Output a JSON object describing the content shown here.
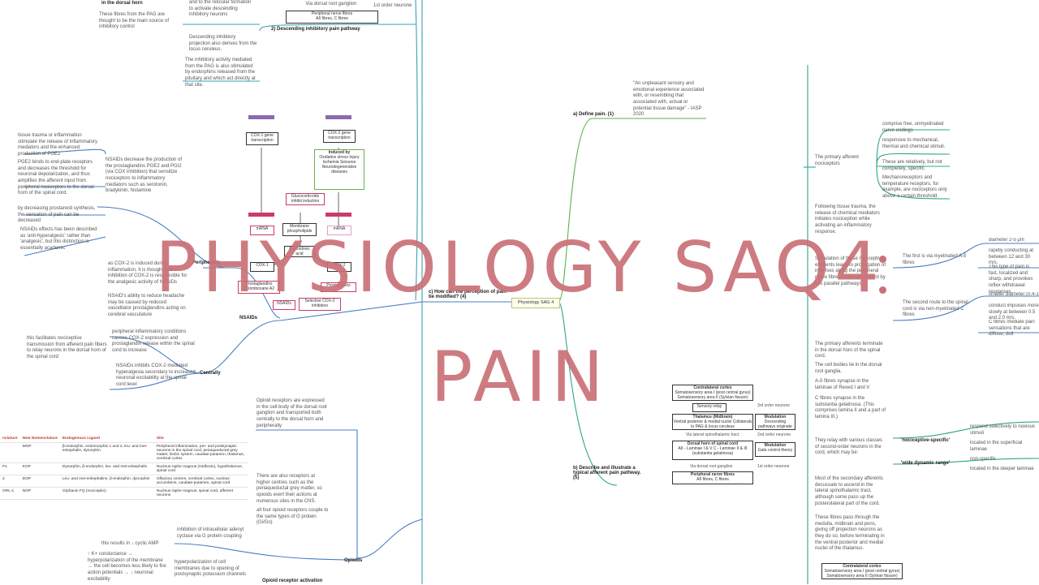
{
  "title": {
    "line1": "PHYSIOLOGY SAQ4",
    "line2": "PAIN"
  },
  "central_node": "Physiology SAG 4",
  "branches": {
    "a": "a)  Define pain. (1)",
    "b": "b) Describe and illustrate a typical afferent pain pathway. (5)",
    "c": "c) How can the perception of pain be modified? (4)",
    "descending": "2) Descending inhibitory pain pathway",
    "nsaids": "NSAIDs",
    "peripherally": "Peripherally",
    "centrally": "Centrally",
    "opioids": "Opioids"
  },
  "notes": {
    "iasp": "\"An unpleasant sensory and emotional experience associated with, or resembling that associated with, actual or potential tissue damage\" - IASP 2020",
    "primary_afferent": "The primary afferent nociceptors",
    "free_endings": "comprise free, unmyelinated nerve endings",
    "responsive": "responsive to mechanical, thermal and chemical stimuli.",
    "specific": "These are relatively, but not completely, specific.",
    "mechanoreceptors": "Mechanoreceptors and temperature receptors, for example, are nociceptors only above a certain threshold.",
    "tissue_trauma": "Following tissue trauma, the release of chemical mediators initiates nociception while activating an inflammatory response.",
    "stimulation": "Stimulation of these nociceptive elements leads to propagation of impulses along the peripheral nerve fibres to the spinal cord by two parallel pathways.",
    "first_route": "The first is via myelinated A-δ fibres",
    "diameter": "diameter 2-5 μm",
    "conducting": "rapidly conducting at between 12 and 30 m/s.",
    "localized": "This type of pain is fast, localized and sharp, and provokes reflex withdrawal responses.",
    "second_route": "The second route to the spinal cord is via non-myelinated C fibres",
    "smaller": "smaller diameter (0.4-1.2",
    "conduct": "conduct impulses more slowly at between 0.5 and 2.0 m/s.",
    "c_fibres_pain": "C fibres mediate pain sensations that are diffuse, dull",
    "terminate": "The primary afferents terminate in the dorsal horn of the spinal cord.",
    "cell_bodies": "The cell bodies lie in the dorsal root ganglia.",
    "a_delta_synapse": "A-δ fibres synapse in the laminae of Rexed I and V",
    "c_synapse": "C fibres synapse in the substantia gelatinosa. (This comprises lamina II and a part of lamina III.)",
    "relay": "They relay with various classes of second-order neurons in the cord, which may be:",
    "noci_specific": "'nociceptive-specific'",
    "respond_noxious": "respond selectively to noxious stimuli",
    "superficial": "located in the superficial laminae",
    "wdr": "'wide dynamic range'",
    "non_specific": "non-specific",
    "deeper": "located in the deeper laminae",
    "decussate": "Most of the secondary afferents decussate to ascend in the lateral spinothalamic tract, although some pass up the posterolateral part of the cord.",
    "medulla": "These fibres pass through the medulla, midbrain and pons, giving off projection neurons as they do so, before terminating in the ventral posterior and medial nuclei of the thalamus.",
    "dorsal_horn_top": "in the dorsal horn",
    "pag_fibres": "These fibres from the PAG are thought to be the main source of inhibitory control",
    "reticular": "and to the reticular formation to activate descending inhibitory neurons",
    "locus": "Descending inhibitory projection also derives from the locus ceruleus.",
    "endorphins": "The inhibitory activity mediated from the PAG is also stimulated by endorphins released from the pituitary and which act directly at that site.",
    "pge2_release": "tissue trauma or inflammation stimulate the release of inflammatory mediators and the enhanced production of PGE2",
    "pge2_binds": "PGE2 binds to end-plate receptors and decreases the threshold for neuronal depolarization, and thus amplifies the afferent input from peripheral nociceptors to the dorsal horn of the spinal cord.",
    "decreasing": "by decreasing prostanoid synthesis, the sensation of pain can be decreased",
    "anti_hyper": "NSAIDs effects has been described as 'anti-hyperalgesic' rather than 'analgesic', but this distinction is essentially academic",
    "nsaid_decrease": "NSAIDs decrease the production of the prostaglandins PGE2 and PGI2 (via COX inhibition) that sensitize nociceptors to inflammatory mediators such as serotonin, bradykinin, histamine",
    "cox2_induced": "as COX-2 is induced during inflammation, it is thought that inhibition of COX-2 is responsible for the analgesic activity of NSAIDs",
    "headache": "NSAID's ability to reduce headache may be caused by reduced vasodilator prostaglandins acting on cerebral vasculature",
    "nociceptive_tx": "this facilitates nociceptive transmission from afferent pain fibers to relay neurons in the dorsal horn of the spinal cord",
    "peripheral_infl": "peripheral inflammatory conditions causes COX-2 expression and prostaglandin release within the spinal cord to increase",
    "central_cox2": "NSAIDs inhibits COX-2 mediated hyperalgesia secondary to increased neuronal excitability at the spinal cord level",
    "opioid_receptors": "Opioid receptors are expressed in the cell body of the dorsal root ganglion and transported both centrally to the dorsal horn and peripherally",
    "higher_centres": "There are also receptors at higher centres such as the periaqueductal grey matter, so opioids exert their actions at numerous sites in the CNS.",
    "g_protein": "all four opioid receptors couple to the same types of G protein (Gi/Go)",
    "adenyl": "inhibition of intracellular adenyl cyclase via G protein coupling",
    "camp": "this results in ↓ cyclic AMP",
    "k_conductance": "↑ K+ conductance → hyperpolarization of the membrane → the cell becomes less likely to fire action potentials → ↓ neuronal excitability",
    "hyperpol": "hyperpolarization of cell membranes due to opening of postsynaptic potassium channels",
    "opioid_activation": "Opioid receptor activation"
  },
  "pathway_diagram": {
    "cortex": "Contralateral cortex",
    "cortex_sub1": "Somatosensory area I (post central gyrus)",
    "cortex_sub2": "Somatosensory area II (Sylvian fissure)",
    "sensory_relay": "Sensory relay",
    "third_order": "3rd order neurone",
    "thalamus": "Thalamus (Midbrain)",
    "thalamus_sub": "Ventral posterior & medial nuclei Collaterals to PAG & locus ceruleus",
    "modulation": "Modulation",
    "descending": "Descending pathways originate",
    "via_tract": "Via lateral spinothalamic tract",
    "second_order": "2nd order neurone",
    "dorsal_horn": "Dorsal horn of spinal cord",
    "dorsal_sub": "Aδ - Laminae I & V  C - Laminae II & III (substantia gelatinosa)",
    "gate": "Gate control theory",
    "via_ganglion": "Via dorsal root ganglion",
    "first_order": "1st order neurone",
    "peripheral": "Peripheral nerve fibres",
    "peripheral_sub": "Aδ fibres, C fibres"
  },
  "cox_diagram": {
    "cox1_gene": "COX-1 gene transcription",
    "cox2_gene": "COX-2 gene transcription",
    "induced_by": "Induced by",
    "triggers": "Oxidative stress  Injury  Ischemia  Seizures  Neurodegenerative diseases",
    "glucocorticoids": "Glucocorticoids inhibit induction",
    "membrane": "Membrane phospholipids",
    "arachidonic": "Arachidonic acid",
    "mrna1": "mRNA",
    "mrna2": "mRNA",
    "cox1": "COX-1",
    "cox2": "COX-2",
    "pg_thromb": "Prostaglandins Thromboxane A2",
    "prostacyclins": "Prostacyclins",
    "nsaids": "NSAIDs",
    "selective": "Selective COX-2 inhibitors"
  },
  "opioid_table": {
    "headers": [
      "nclature",
      "New Nomenclature",
      "Endogenous Ligand",
      "Site"
    ],
    "rows": [
      [
        "",
        "MOP",
        "β-endorphin, endomorphin 1 and 2, leu- and met-enkephalin, dynorphin",
        "Peripheral inflammation, pre- and postsynaptic neurons in the spinal cord, periaqueductal grey matter, limbic system, caudate-putamen, thalamus, cerebral cortex"
      ],
      [
        "P1",
        "KOP",
        "Dynorphin, β-endorphin, leu- and met-enkephalin",
        "Nucleus raphe magnus (midbrain), hypothalamus, spinal cord"
      ],
      [
        "2",
        "DOP",
        "Leu- and met-enkephalins, β-endorphin, dynorphin",
        "Olfactory centres, cerebral cortex, nucleus accumbens, caudate-putamen, spinal cord"
      ],
      [
        "ORL-1",
        "NOP",
        "Orphanin FQ (nociceptin)",
        "Nucleus raphe magnus, spinal cord, afferent neurons"
      ]
    ]
  }
}
